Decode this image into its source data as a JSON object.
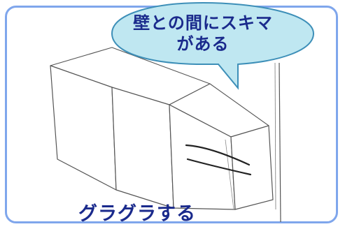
{
  "bubble": {
    "line1": "壁との間にスキマ",
    "line2": "がある"
  },
  "caption": "グラグラする",
  "colors": {
    "frame_border": "#7fa6ec",
    "bubble_fill": "#bfe7f1",
    "bubble_border": "#3d8fb8",
    "text": "#1a2a8c",
    "sketch_line": "#555555"
  }
}
